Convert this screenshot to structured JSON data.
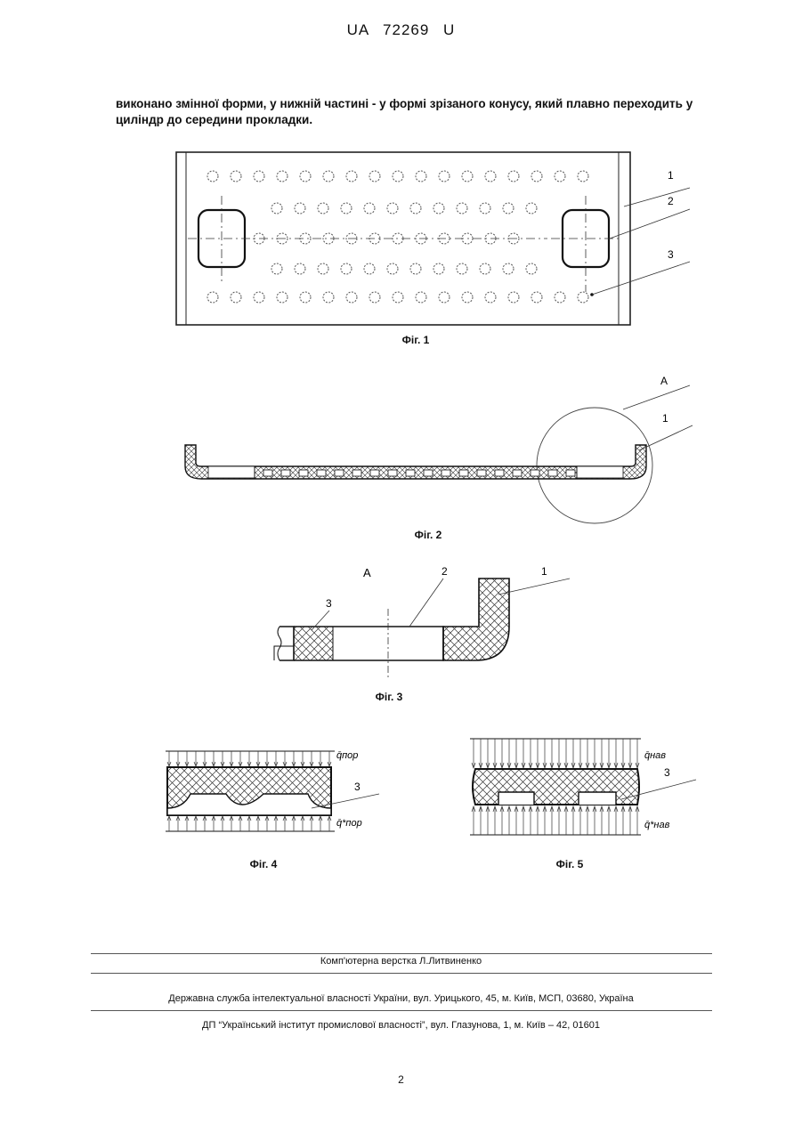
{
  "header": {
    "patent_no": "UA   72269   U"
  },
  "intro_text": "виконано змінної форми, у нижній частині - у формі зрізаного конусу, який плавно переходить у циліндр до середини прокладки.",
  "figures": {
    "fig1": {
      "caption": "Фіг. 1",
      "labels": [
        "1",
        "2",
        "3"
      ]
    },
    "fig2": {
      "caption": "Фіг. 2",
      "labels": [
        "A",
        "1"
      ]
    },
    "fig3": {
      "caption": "Фіг. 3",
      "view": "A",
      "labels": [
        "2",
        "1",
        "3"
      ]
    },
    "fig4": {
      "caption": "Фіг. 4",
      "label": "3",
      "load_top": "q̄пор",
      "load_bottom": "q̄*пор"
    },
    "fig5": {
      "caption": "Фіг. 5",
      "label": "3",
      "load_top": "q̄нав",
      "load_bottom": "q̄*нав"
    }
  },
  "footer": {
    "layout": "Комп'ютерна верстка Л.Литвиненко",
    "agency": "Державна служба інтелектуальної власності України, вул. Урицького, 45, м. Київ, МСП, 03680, Україна",
    "institute": "ДП “Український інститут промислової власності”, вул. Глазунова, 1, м. Київ – 42, 01601",
    "page_number": "2"
  }
}
